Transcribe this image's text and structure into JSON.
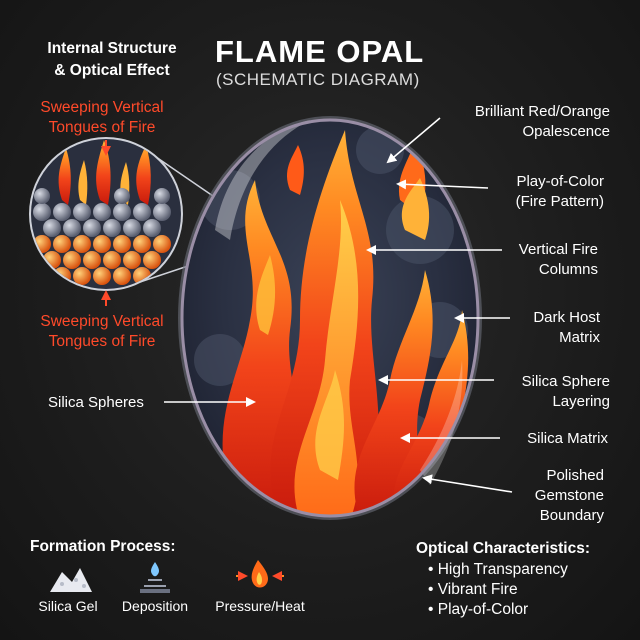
{
  "title": "FLAME OPAL",
  "subtitle": "(SCHEMATIC DIAGRAM)",
  "structure_panel": {
    "title_line1": "Internal Structure",
    "title_line2": "& Optical Effect",
    "top_label_line1": "Sweeping Vertical",
    "top_label_line2": "Tongues of Fire",
    "bottom_label_line1": "Sweeping Vertical",
    "bottom_label_line2": "Tongues of Fire"
  },
  "callouts": {
    "brilliant_line1": "Brilliant Red/Orange",
    "brilliant_line2": "Opalescence",
    "play_line1": "Play-of-Color",
    "play_line2": "(Fire Pattern)",
    "columns_line1": "Vertical Fire",
    "columns_line2": "Columns",
    "host_line1": "Dark Host",
    "host_line2": "Matrix",
    "layering_line1": "Silica Sphere",
    "layering_line2": "Layering",
    "matrix": "Silica Matrix",
    "boundary_line1": "Polished",
    "boundary_line2": "Gemstone",
    "boundary_line3": "Boundary",
    "spheres": "Silica Spheres"
  },
  "formation": {
    "title": "Formation Process:",
    "steps": [
      "Silica Gel",
      "Deposition",
      "Pressure/Heat"
    ]
  },
  "optical": {
    "title": "Optical Characteristics:",
    "items": [
      "• High Transparency",
      "• Vibrant Fire",
      "• Play-of-Color"
    ]
  },
  "colors": {
    "background": "#1c1c1c",
    "fire_red": "#e52a12",
    "fire_orange": "#ff7a1a",
    "fire_yellow": "#ffc23a",
    "accent_label": "#ff4a2a",
    "matrix": "#2d3446"
  },
  "icons": [
    "silica-gel-icon",
    "deposition-icon",
    "pressure-heat-icon"
  ]
}
